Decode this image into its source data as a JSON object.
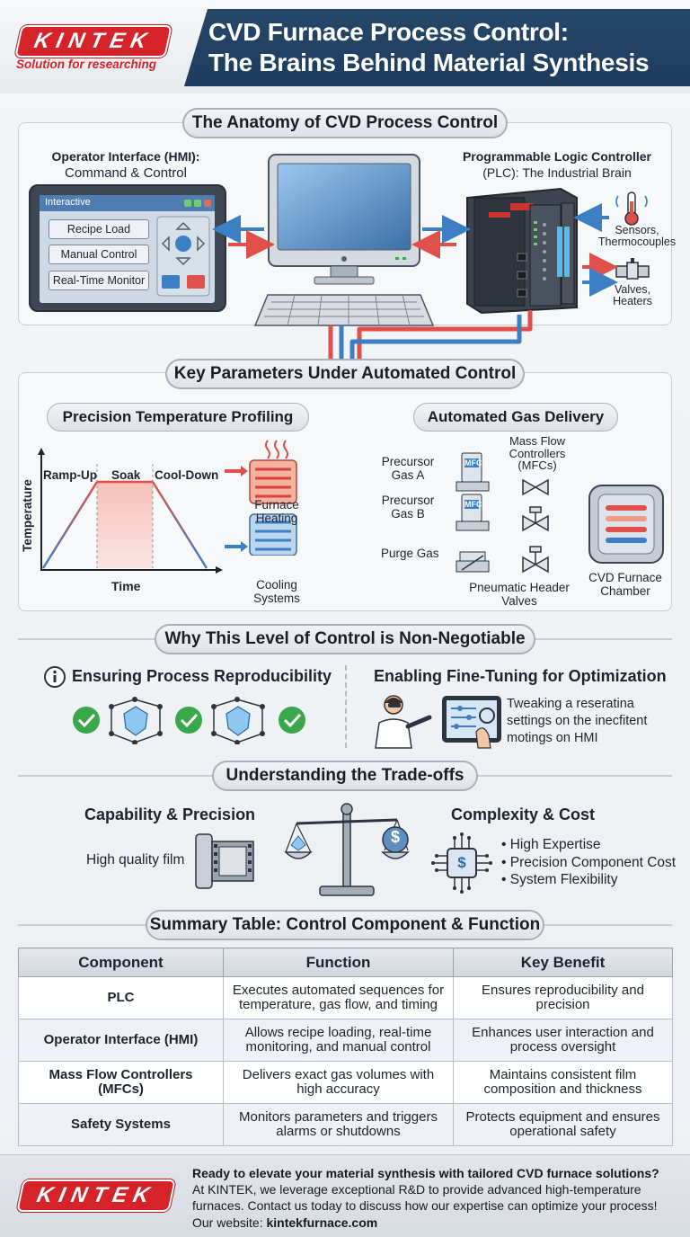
{
  "header": {
    "logo_text": "KINTEK",
    "logo_tagline": "Solution for researching",
    "title_line1": "CVD Furnace Process Control:",
    "title_line2": "The Brains Behind Material Synthesis"
  },
  "anatomy": {
    "heading": "The Anatomy of CVD Process Control",
    "hmi_title_line1": "Operator Interface (HMI):",
    "hmi_title_line2": "Command & Control",
    "hmi_window_label": "Interactive",
    "hmi_buttons": [
      "Recipe Load",
      "Manual Control",
      "Real-Time Monitor"
    ],
    "plc_title_line1": "Programmable Logic Controller",
    "plc_title_line2": "(PLC): The Industrial Brain",
    "sensors_label": "Sensors, Thermocouples",
    "valves_label": "Valves, Heaters"
  },
  "parameters": {
    "heading": "Key Parameters Under Automated Control",
    "temp_heading": "Precision Temperature Profiling",
    "gas_heading": "Automated Gas Delivery",
    "ramp_up": "Ramp-Up",
    "soak": "Soak",
    "cool_down": "Cool-Down",
    "y_axis": "Temperature",
    "x_axis": "Time",
    "furnace_heating": "Furnace Heating",
    "cooling_systems": "Cooling Systems",
    "precursor_a": "Precursor Gas A",
    "precursor_b": "Precursor Gas B",
    "purge_gas": "Purge Gas",
    "mfc_label": "Mass Flow Controllers (MFCs)",
    "mfc_tag": "MFC",
    "valves_label": "Pneumatic Header Valves",
    "chamber_label": "CVD Furnace Chamber"
  },
  "why": {
    "heading": "Why This Level of Control is Non-Negotiable",
    "left_title": "Ensuring Process Reproducibility",
    "right_title": "Enabling Fine-Tuning for Optimization",
    "right_text_line1": "Tweaking a reseratina",
    "right_text_line2": "settings on the inecfitent",
    "right_text_line3": "motings on HMI"
  },
  "tradeoffs": {
    "heading": "Understanding the Trade-offs",
    "left_title": "Capability & Precision",
    "left_text": "High quality film",
    "right_title": "Complexity & Cost",
    "right_bullets": [
      "• High Expertise",
      "• Precision Component Cost",
      "• System Flexibility"
    ],
    "chip_symbol": "$",
    "pan_symbol": "$"
  },
  "summary": {
    "heading": "Summary Table: Control Component & Function",
    "columns": [
      "Component",
      "Function",
      "Key Benefit"
    ],
    "rows": [
      [
        "PLC",
        "Executes automated sequences for temperature, gas flow, and timing",
        "Ensures reproducibility and precision"
      ],
      [
        "Operator Interface (HMI)",
        "Allows recipe loading, real-time monitoring, and manual control",
        "Enhances user interaction and process oversight"
      ],
      [
        "Mass Flow Controllers (MFCs)",
        "Delivers exact gas volumes with high accuracy",
        "Maintains consistent film composition and thickness"
      ],
      [
        "Safety Systems",
        "Monitors parameters and triggers alarms or shutdowns",
        "Protects equipment and ensures operational safety"
      ]
    ]
  },
  "footer": {
    "logo_text": "KINTEK",
    "line1": "Ready to elevate your material synthesis with tailored CVD furnace solutions?",
    "line2": "At KINTEK, we leverage exceptional R&D to provide advanced high-temperature",
    "line3": "furnaces. Contact us today to discuss how our expertise can optimize your process!",
    "website_label": "Our website: ",
    "website": "kintekfurnace.com"
  },
  "colors": {
    "brand_red": "#d6232a",
    "navy": "#1e3b5c",
    "hot_red": "#e0504a",
    "cool_blue": "#3c7fc4",
    "check_green": "#3aa84a"
  }
}
